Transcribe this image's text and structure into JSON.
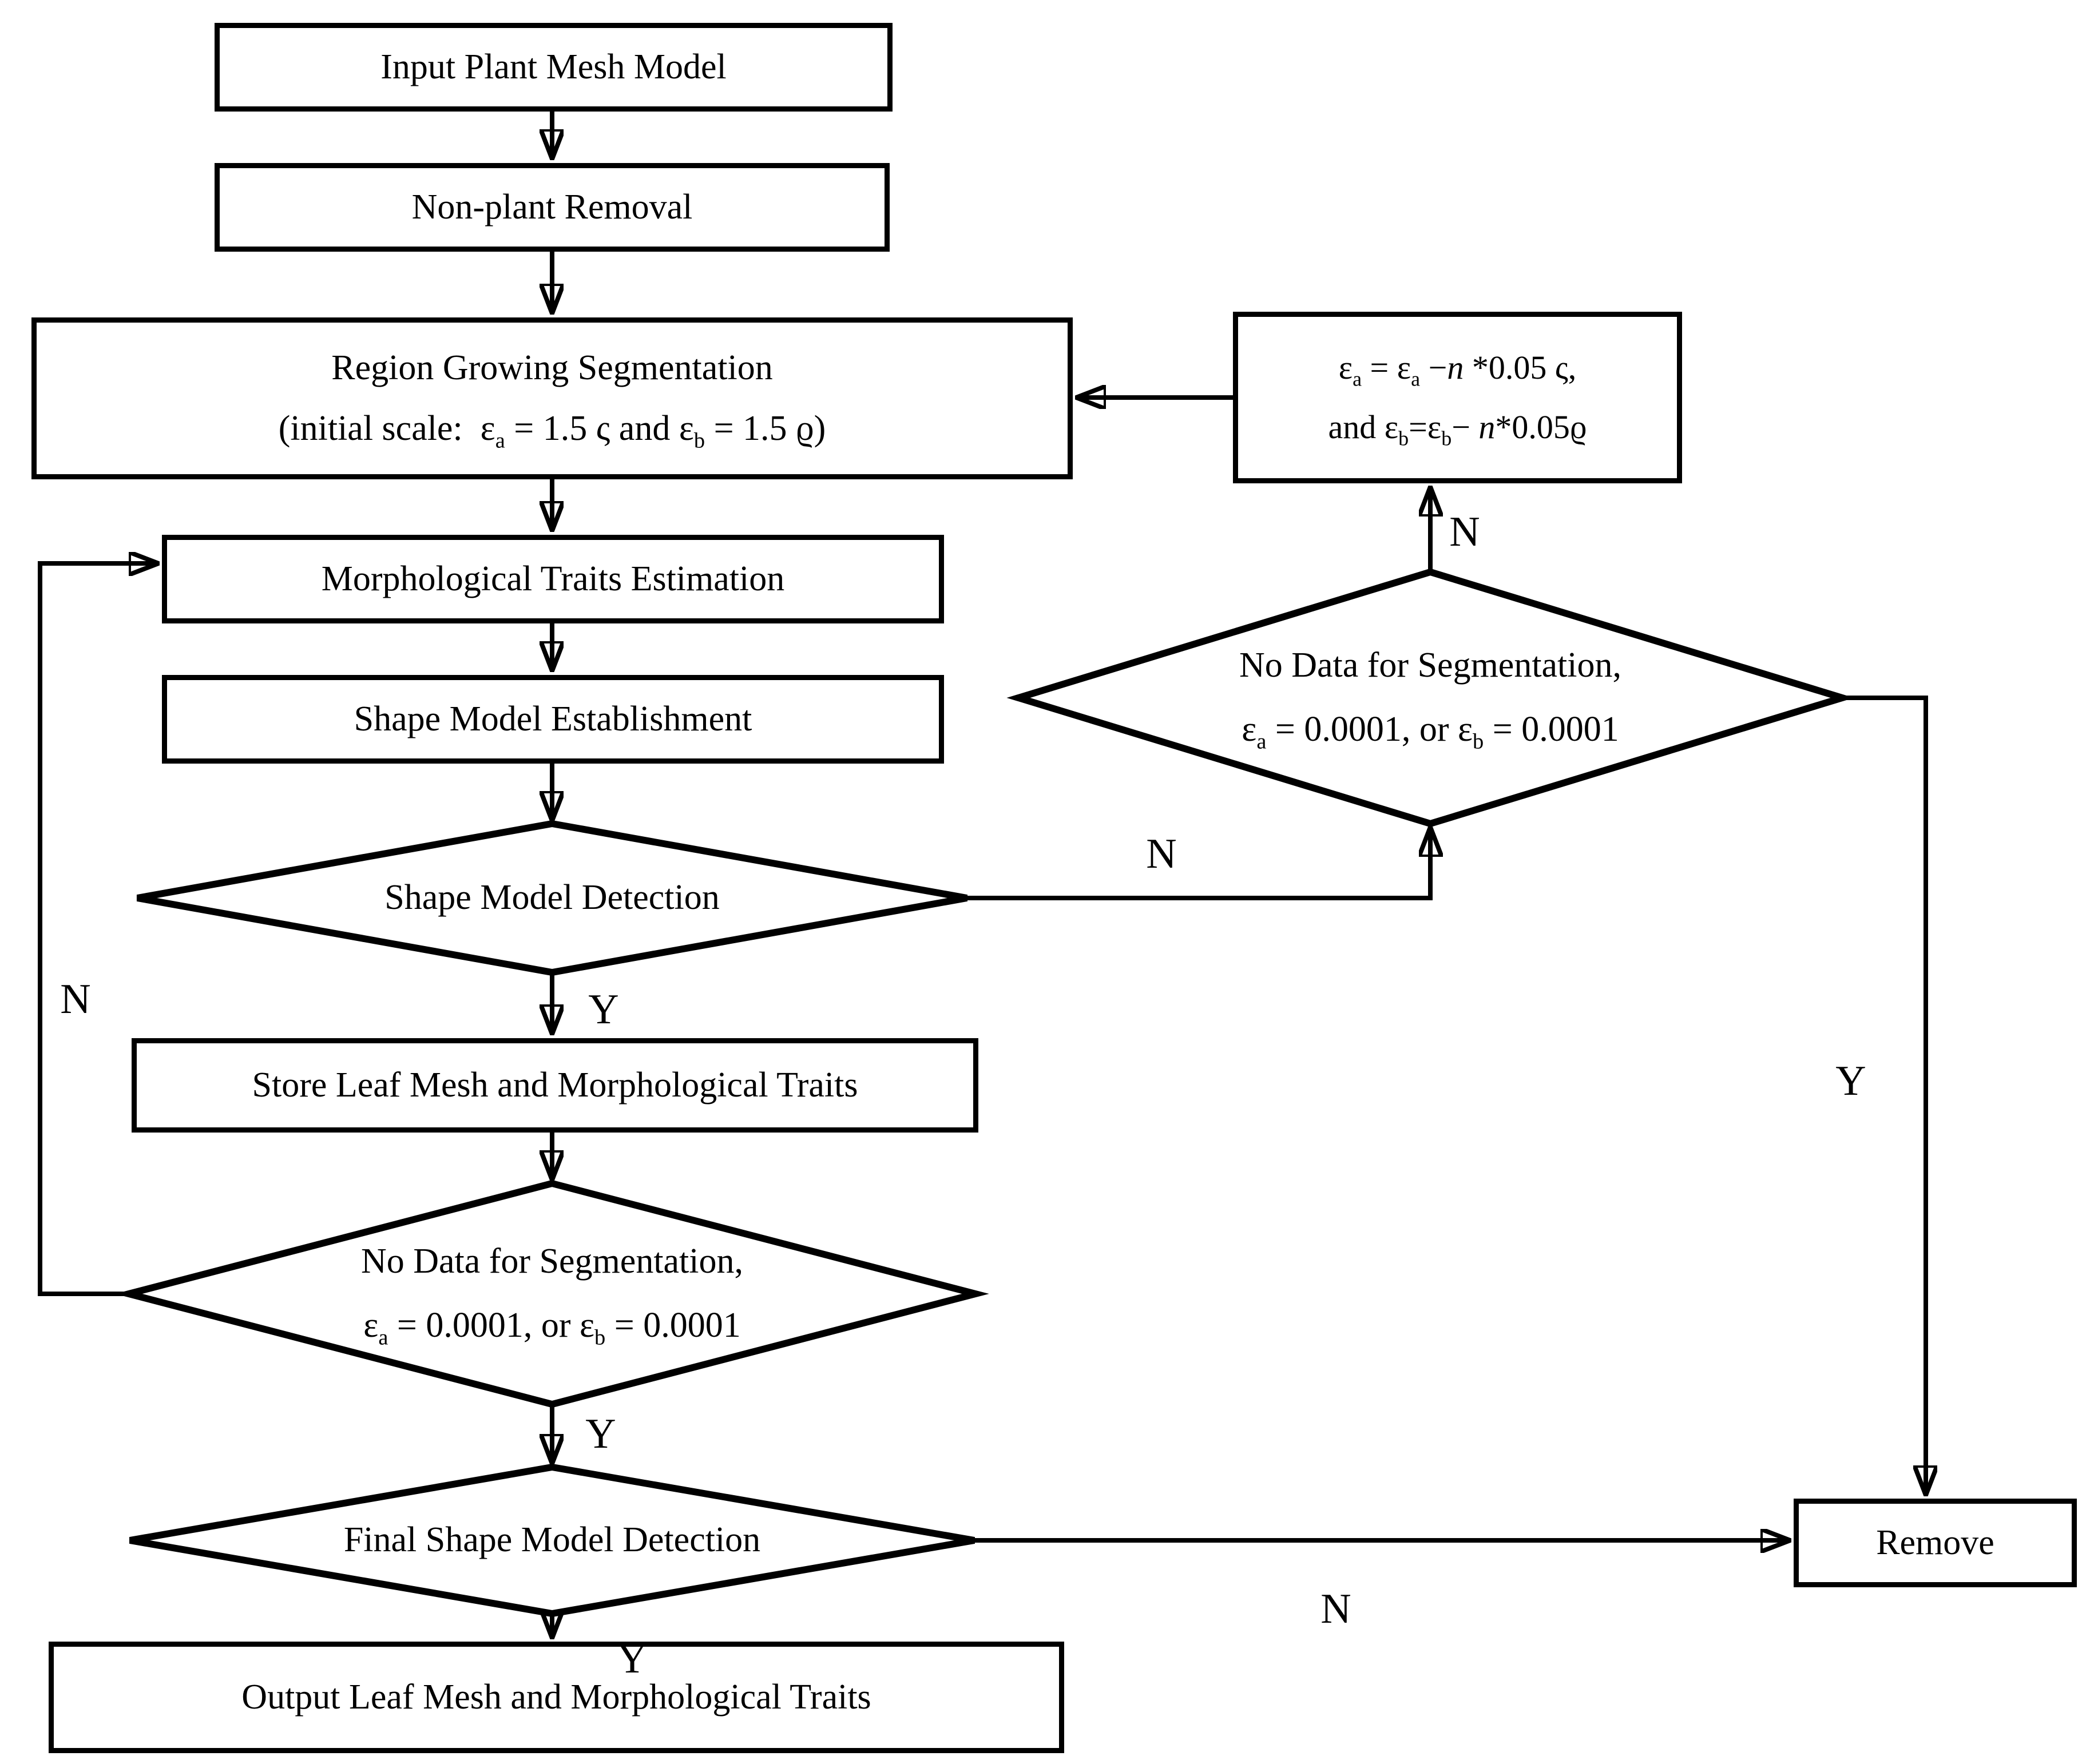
{
  "figure": {
    "background": "#ffffff",
    "line_color": "#000000"
  },
  "nodes": {
    "input": {
      "label": "Input Plant Mesh Model"
    },
    "non_plant": {
      "label": "Non-plant Removal"
    },
    "region_growing": {
      "line1": "Region Growing Segmentation",
      "line2": {
        "pre": "(initial scale:  ε",
        "sub1": "a",
        "mid": " = 1.5 ς and ε",
        "sub2": "b",
        "end": " = 1.5 ϱ)"
      }
    },
    "scale_update": {
      "line1": {
        "eps1": "ε",
        "sub1": "a",
        "t1": " = ",
        "eps2": "ε",
        "sub2": "a",
        "t2": " −",
        "n": "n",
        "t3": " *0.05 ς,"
      },
      "line2": {
        "t1": "and ε",
        "sub1": "b",
        "t2": "=ε",
        "sub2": "b",
        "t3": "− ",
        "n": "n",
        "t4": "*0.05ϱ"
      }
    },
    "morph_traits": {
      "label": "Morphological Traits Estimation"
    },
    "shape_model_est": {
      "label": "Shape Model Establishment"
    },
    "shape_model_detect": {
      "label": "Shape Model Detection"
    },
    "store_leaf": {
      "label": "Store Leaf Mesh and Morphological Traits"
    },
    "no_data_right": {
      "line1": "No Data for Segmentation,",
      "line2": {
        "eps1": "ε",
        "sub1": "a",
        "t1": " = 0.0001, or ε",
        "sub2": "b",
        "t2": " = 0.0001"
      }
    },
    "no_data_left": {
      "line1": "No Data for Segmentation,",
      "line2": {
        "eps1": "ε",
        "sub1": "a",
        "t1": " = 0.0001, or ε",
        "sub2": "b",
        "t2": " = 0.0001"
      }
    },
    "final_detect": {
      "label": "Final Shape Model Detection"
    },
    "remove": {
      "label": "Remove"
    },
    "output": {
      "label": "Output Leaf Mesh and Morphological Traits"
    }
  },
  "edge_labels": {
    "shape_detect_yes": "Y",
    "shape_detect_no": "N",
    "no_data_right_no": "N",
    "no_data_right_yes": "Y",
    "no_data_left_yes": "Y",
    "no_data_left_no": "N",
    "final_detect_yes": "Y",
    "final_detect_no": "N"
  }
}
